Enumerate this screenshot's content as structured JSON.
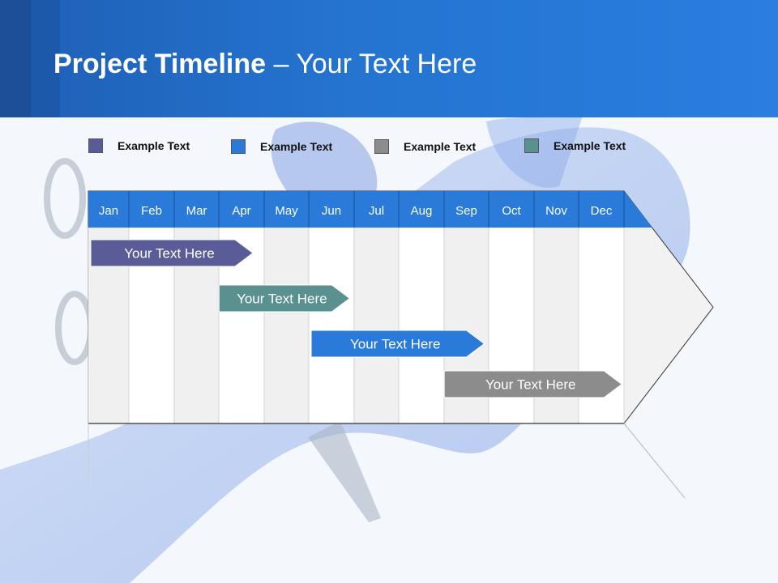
{
  "title": {
    "bold": "Project Timeline",
    "rest": " – Your Text Here"
  },
  "legend": [
    {
      "label": "Example Text",
      "color": "#5a5c97"
    },
    {
      "label": "Example Text",
      "color": "#2a7ad9"
    },
    {
      "label": "Example Text",
      "color": "#8c8c8c"
    },
    {
      "label": "Example Text",
      "color": "#5a9090"
    }
  ],
  "months": [
    "Jan",
    "Feb",
    "Mar",
    "Apr",
    "May",
    "Jun",
    "Jul",
    "Aug",
    "Sep",
    "Oct",
    "Nov",
    "Dec"
  ],
  "tasks": [
    {
      "label": "Your  Text Here",
      "start": 0,
      "end": 3.75,
      "color": "#5a5c97"
    },
    {
      "label": "Your  Text Here",
      "start": 2.95,
      "end": 5.9,
      "color": "#5a9090"
    },
    {
      "label": "Your  Text Here",
      "start": 5.0,
      "end": 8.9,
      "color": "#2a7ad9"
    },
    {
      "label": "Your  Text Here",
      "start": 7.95,
      "end": 11.95,
      "color": "#8c8c8c"
    }
  ],
  "colors": {
    "header": "#2474d0",
    "monthHeader": "#2a7ad9"
  }
}
